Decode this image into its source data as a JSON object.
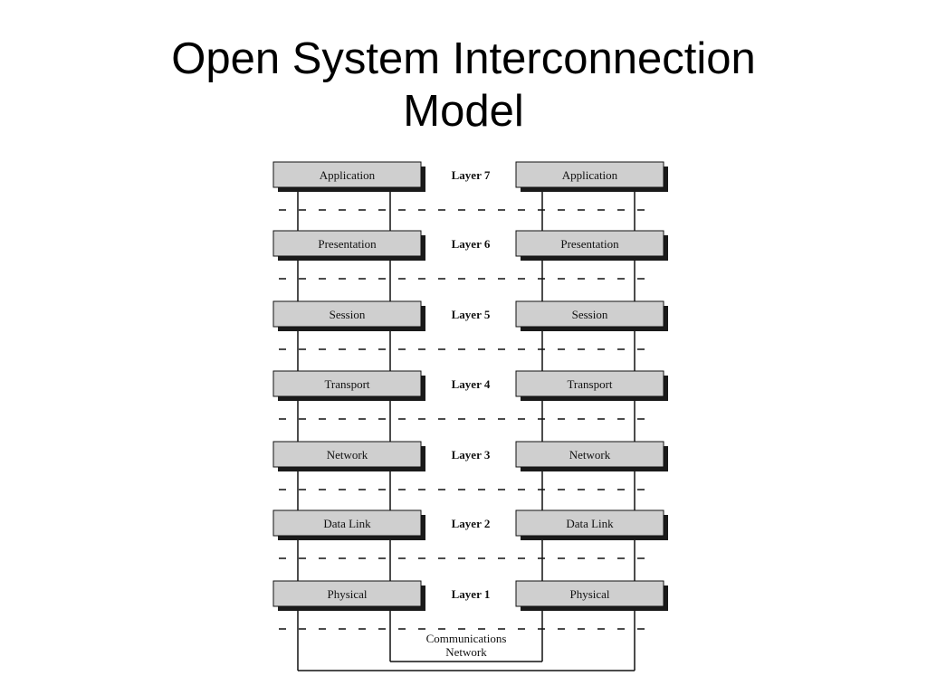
{
  "slide": {
    "title_line1": "Open System Interconnection",
    "title_line2": "Model"
  },
  "diagram": {
    "layers": [
      {
        "layer_label": "Layer 7",
        "left": "Application",
        "right": "Application"
      },
      {
        "layer_label": "Layer 6",
        "left": "Presentation",
        "right": "Presentation"
      },
      {
        "layer_label": "Layer 5",
        "left": "Session",
        "right": "Session"
      },
      {
        "layer_label": "Layer 4",
        "left": "Transport",
        "right": "Transport"
      },
      {
        "layer_label": "Layer 3",
        "left": "Network",
        "right": "Network"
      },
      {
        "layer_label": "Layer 2",
        "left": "Data Link",
        "right": "Data Link"
      },
      {
        "layer_label": "Layer 1",
        "left": "Physical",
        "right": "Physical"
      }
    ],
    "network_line1": "Communications",
    "network_line2": "Network",
    "colors": {
      "box_fill": "#cfcfcf",
      "shadow": "#1a1a1a",
      "line": "#111111"
    }
  }
}
